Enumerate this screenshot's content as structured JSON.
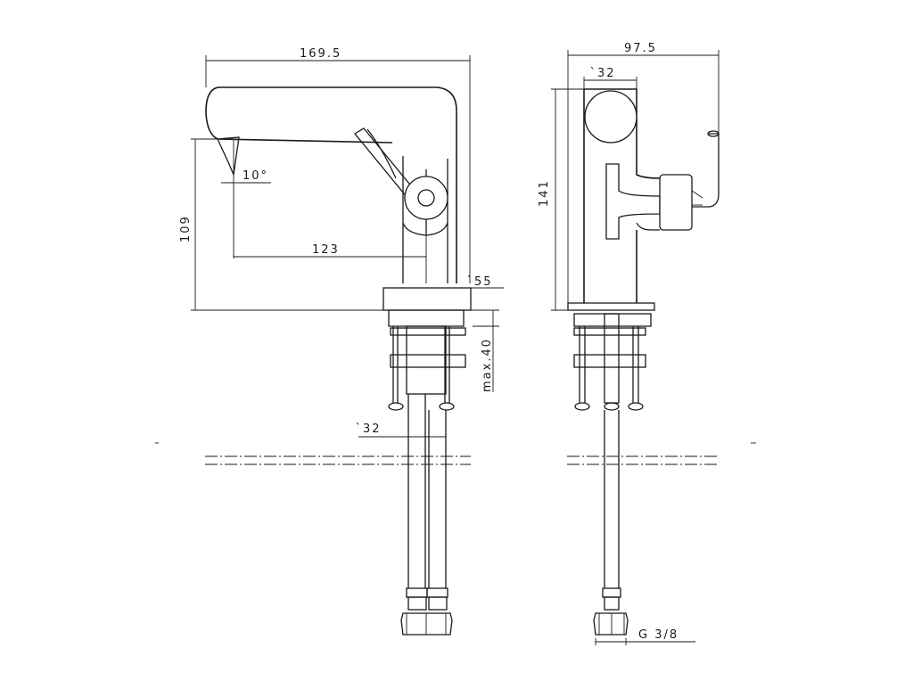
{
  "drawing": {
    "side_view": {
      "dim_total_width": "169.5",
      "dim_height": "109",
      "dim_angle": "10°",
      "dim_reach": "123",
      "dim_base_diameter": "̀55",
      "dim_max_thickness": "max.40",
      "dim_tail_diameter": "̀32"
    },
    "front_view": {
      "dim_total_width": "97.5",
      "dim_cap_diameter": "̀32",
      "dim_height": "141",
      "dim_hose_thread": "G 3/8"
    }
  }
}
